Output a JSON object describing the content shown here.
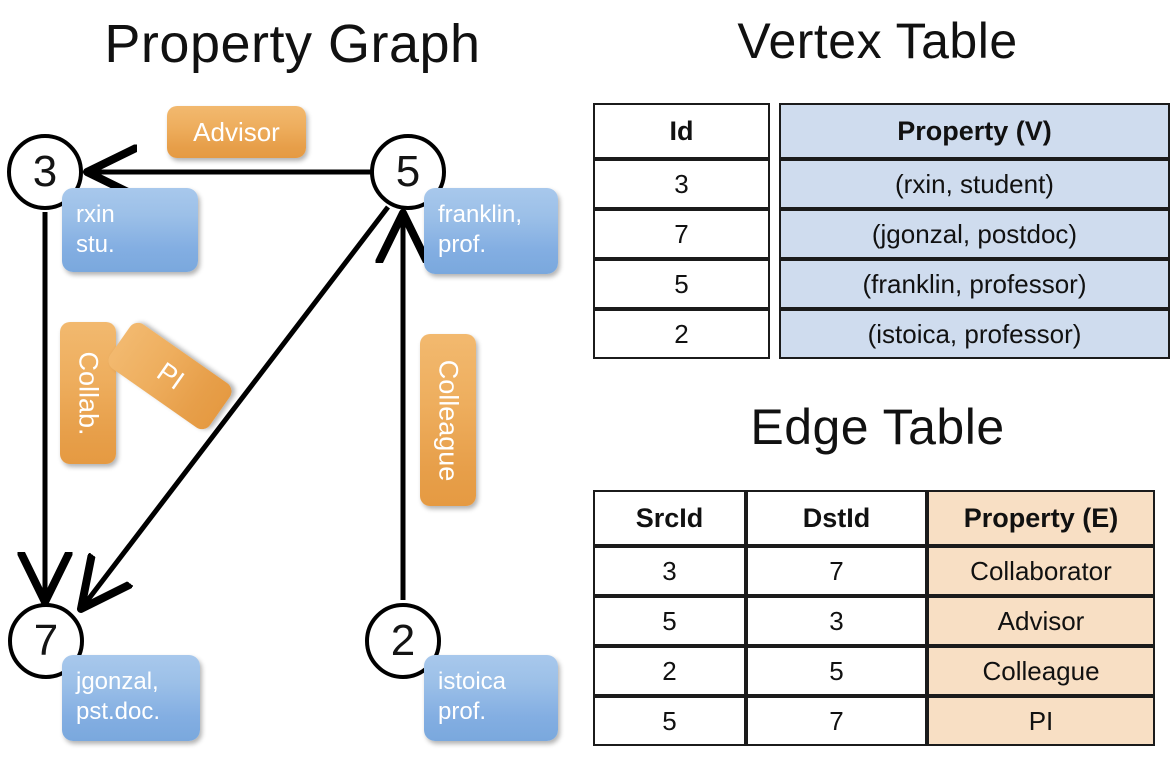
{
  "titles": {
    "property_graph": "Property Graph",
    "vertex_table": "Vertex Table",
    "edge_table": "Edge Table"
  },
  "graph": {
    "nodes": [
      {
        "id": "3",
        "name": "node-3",
        "property_lines": [
          "rxin",
          "stu."
        ]
      },
      {
        "id": "5",
        "name": "node-5",
        "property_lines": [
          "franklin,",
          "prof."
        ]
      },
      {
        "id": "7",
        "name": "node-7",
        "property_lines": [
          "jgonzal,",
          "pst.doc."
        ]
      },
      {
        "id": "2",
        "name": "node-2",
        "property_lines": [
          "istoica",
          "prof."
        ]
      }
    ],
    "node_property_boxes": {
      "rxin": {
        "line1": "rxin",
        "line2": "stu."
      },
      "franklin": {
        "line1": "franklin,",
        "line2": "prof."
      },
      "jgonzal": {
        "line1": "jgonzal,",
        "line2": "pst.doc."
      },
      "istoica": {
        "line1": "istoica",
        "line2": "prof."
      }
    },
    "edges": [
      {
        "src": "5",
        "dst": "3",
        "label": "Advisor"
      },
      {
        "src": "3",
        "dst": "7",
        "label": "Collab."
      },
      {
        "src": "5",
        "dst": "7",
        "label": "PI"
      },
      {
        "src": "2",
        "dst": "5",
        "label": "Colleague"
      }
    ],
    "edge_labels": {
      "advisor": "Advisor",
      "collab": "Collab.",
      "pi": "PI",
      "colleague": "Colleague"
    }
  },
  "vertex_table": {
    "headers": [
      "Id",
      "Property (V)"
    ],
    "rows": [
      {
        "id": "3",
        "property": "(rxin, student)"
      },
      {
        "id": "7",
        "property": "(jgonzal, postdoc)"
      },
      {
        "id": "5",
        "property": "(franklin, professor)"
      },
      {
        "id": "2",
        "property": "(istoica, professor)"
      }
    ]
  },
  "edge_table": {
    "headers": [
      "SrcId",
      "DstId",
      "Property (E)"
    ],
    "rows": [
      {
        "src": "3",
        "dst": "7",
        "property": "Collaborator"
      },
      {
        "src": "5",
        "dst": "3",
        "property": "Advisor"
      },
      {
        "src": "2",
        "dst": "5",
        "property": "Colleague"
      },
      {
        "src": "5",
        "dst": "7",
        "property": "PI"
      }
    ]
  },
  "colors": {
    "vertex_property_fill": "#cfdcee",
    "edge_property_fill": "#f8dfc4",
    "node_box_blue": "#8fb6e5",
    "edge_label_orange": "#eaa44f",
    "stroke": "#000000"
  }
}
